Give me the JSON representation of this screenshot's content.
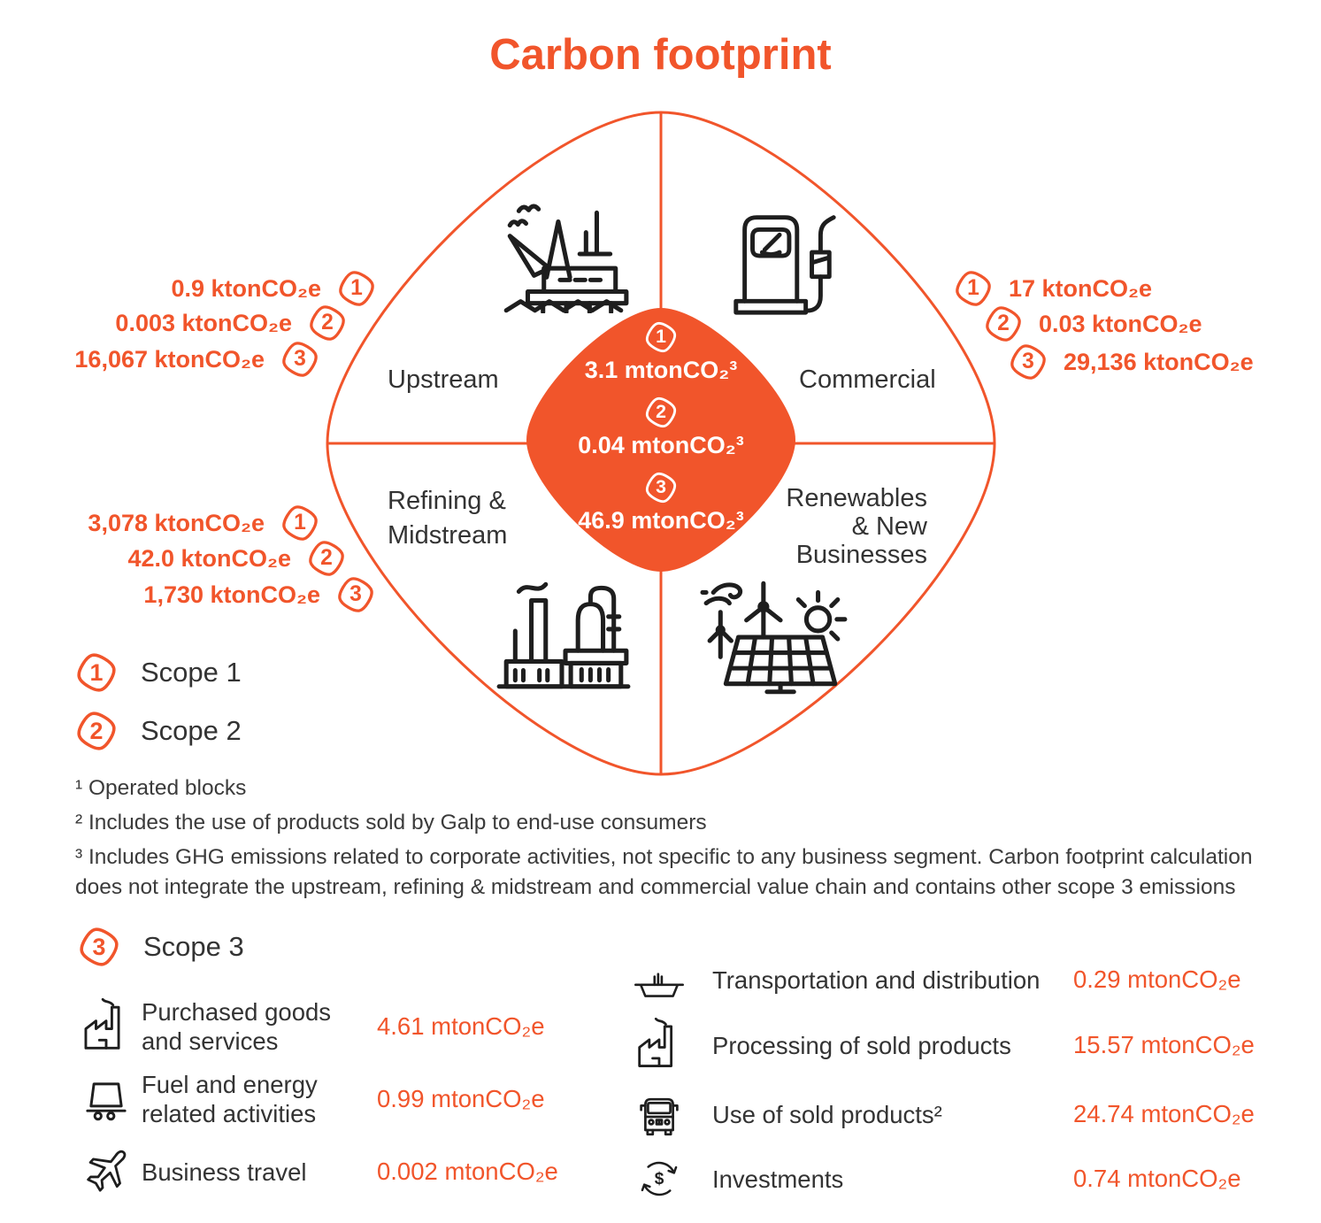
{
  "title": "Carbon footprint",
  "colors": {
    "accent_orange": "#F1552B",
    "text_dark": "#2E2E2E"
  },
  "icons": {
    "dollar_glyph": "$"
  },
  "diagram": {
    "quadrants": [
      {
        "id": "upstream",
        "label": "Upstream",
        "icon": "oil-platform-icon"
      },
      {
        "id": "commercial",
        "label": "Commercial",
        "icon": "fuel-pump-icon"
      },
      {
        "id": "refining-midstream",
        "label": "Refining &\nMidstream",
        "icon": "refinery-icon"
      },
      {
        "id": "renewables-new-businesses",
        "label": "Renewables\n& New\nBusinesses",
        "icon": "wind-solar-icon"
      }
    ],
    "center_totals": [
      {
        "scope": "1",
        "value": "3.1 mtonCO₂³"
      },
      {
        "scope": "2",
        "value": "0.04 mtonCO₂³"
      },
      {
        "scope": "3",
        "value": "46.9 mtonCO₂³"
      }
    ],
    "upstream_values": [
      {
        "scope": "1",
        "value": "0.9 ktonCO₂e"
      },
      {
        "scope": "2",
        "value": "0.003 ktonCO₂e"
      },
      {
        "scope": "3",
        "value": "16,067 ktonCO₂e"
      }
    ],
    "commercial_values": [
      {
        "scope": "1",
        "value": "17 ktonCO₂e"
      },
      {
        "scope": "2",
        "value": "0.03 ktonCO₂e"
      },
      {
        "scope": "3",
        "value": "29,136 ktonCO₂e"
      }
    ],
    "refining_values": [
      {
        "scope": "1",
        "value": "3,078 ktonCO₂e"
      },
      {
        "scope": "2",
        "value": "42.0 ktonCO₂e"
      },
      {
        "scope": "3",
        "value": "1,730 ktonCO₂e"
      }
    ]
  },
  "legend": [
    {
      "num": "1",
      "label": "Scope 1"
    },
    {
      "num": "2",
      "label": "Scope 2"
    }
  ],
  "footnotes": [
    "¹ Operated blocks",
    "² Includes the use of products sold by Galp to end-use consumers",
    "³ Includes GHG emissions related to corporate activities, not specific to any business segment. Carbon footprint calculation does not integrate the upstream, refining & midstream and commercial value chain and contains other scope 3 emissions"
  ],
  "scope3": {
    "header": {
      "num": "3",
      "label": "Scope 3"
    },
    "left_items": [
      {
        "icon": "factory-icon",
        "label": "Purchased goods\nand services",
        "value": "4.61 mtonCO₂e"
      },
      {
        "icon": "truck-trailer-icon",
        "label": "Fuel and energy\nrelated activities",
        "value": "0.99 mtonCO₂e"
      },
      {
        "icon": "airplane-icon",
        "label": "Business travel",
        "value": "0.002 mtonCO₂e"
      }
    ],
    "right_items": [
      {
        "icon": "ship-icon",
        "label": "Transportation and distribution",
        "value": "0.29 mtonCO₂e"
      },
      {
        "icon": "factory-icon",
        "label": "Processing of sold products",
        "value": "15.57 mtonCO₂e"
      },
      {
        "icon": "vehicle-front-icon",
        "label": "Use of sold products²",
        "value": "24.74 mtonCO₂e"
      },
      {
        "icon": "investments-cycle-icon",
        "label": "Investments",
        "value": "0.74 mtonCO₂e"
      }
    ]
  }
}
